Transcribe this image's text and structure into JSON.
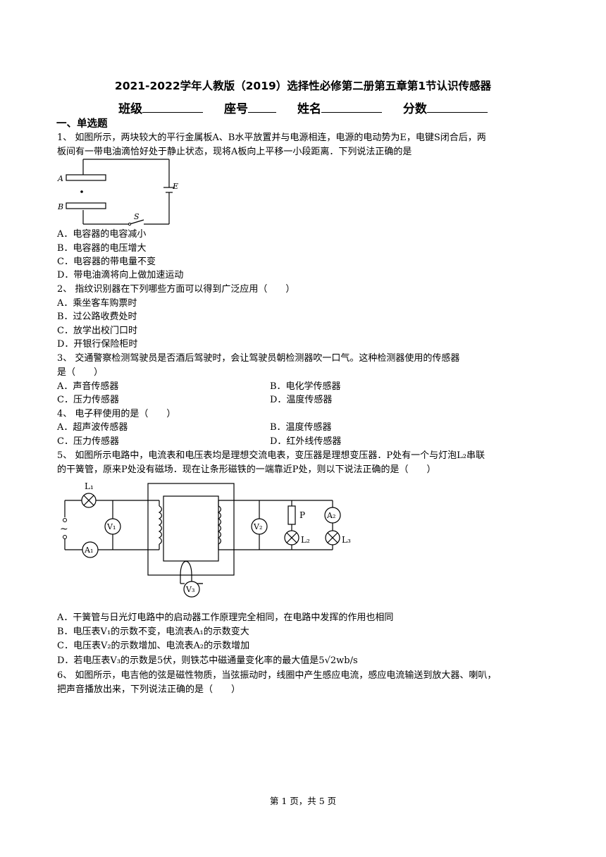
{
  "title": "2021-2022学年人教版（2019）选择性必修第二册第五章第1节认识传感器",
  "info": {
    "class_label": "班级",
    "seat_label": "座号",
    "name_label": "姓名",
    "score_label": "分数"
  },
  "section1": "一、单选题",
  "q1": {
    "line1": "1、 如图所示，两块较大的平行金属板A、B水平放置并与电源相连，电源的电动势为E，电键S闭合后，两",
    "line2": "板间有一带电油滴恰好处于静止状态，现将A板向上平移一小段距离．下列说法正确的是",
    "fig": {
      "A": "A",
      "B": "B",
      "E": "E",
      "S": "S"
    },
    "options": [
      "A．电容器的电容减小",
      "B．电容器的电压增大",
      "C．电容器的带电量不变",
      "D．带电油滴将向上做加速运动"
    ]
  },
  "q2": {
    "line1": "2、 指纹识别器在下列哪些方面可以得到广泛应用（　　）",
    "options": [
      "A．乘坐客车购票时",
      "B．过公路收费处时",
      "C．放学出校门口时",
      "D．开银行保险柜时"
    ]
  },
  "q3": {
    "line1": "3、 交通警察检测驾驶员是否酒后驾驶时，会让驾驶员朝检测器吹一口气。这种检测器使用的传感器",
    "line2": "是（　　）",
    "options": [
      "A．声音传感器",
      "B．电化学传感器",
      "C．压力传感器",
      "D．温度传感器"
    ]
  },
  "q4": {
    "line1": "4、 电子秤使用的是（　　）",
    "options": [
      "A．超声波传感器",
      "B．温度传感器",
      "C．压力传感器",
      "D．红外线传感器"
    ]
  },
  "q5": {
    "line1": "5、 如图所示电路中，电流表和电压表均是理想交流电表，变压器是理想变压器．P处有一个与灯泡L₂串联",
    "line2": "的干簧管，原来P处没有磁场．现在让条形磁铁的一端靠近P处，则以下说法正确的是（　　）",
    "fig": {
      "L1": "L₁",
      "V1": "V₁",
      "A1": "A₁",
      "V2": "V₂",
      "P": "P",
      "L2": "L₂",
      "A2": "A₂",
      "L3": "L₃",
      "V3": "V₃",
      "ac": "~"
    },
    "options": [
      "A．干簧管与日光灯电路中的启动器工作原理完全相同，在电路中发挥的作用也相同",
      "B．电压表V₁的示数不变，电流表A₁的示数变大",
      "C．电压表V₂的示数增加、电流表A₂的示数增加",
      "D．若电压表V₃的示数是5伏，则铁芯中磁通量变化率的最大值是5√2wb/s"
    ]
  },
  "q6": {
    "line1": "6、 如图所示，电吉他的弦是磁性物质，当弦振动时，线圈中产生感应电流，感应电流输送到放大器、喇叭，",
    "line2": "把声音播放出来，下列说法正确的是（　　）"
  },
  "footer": "第 1 页，共 5 页"
}
